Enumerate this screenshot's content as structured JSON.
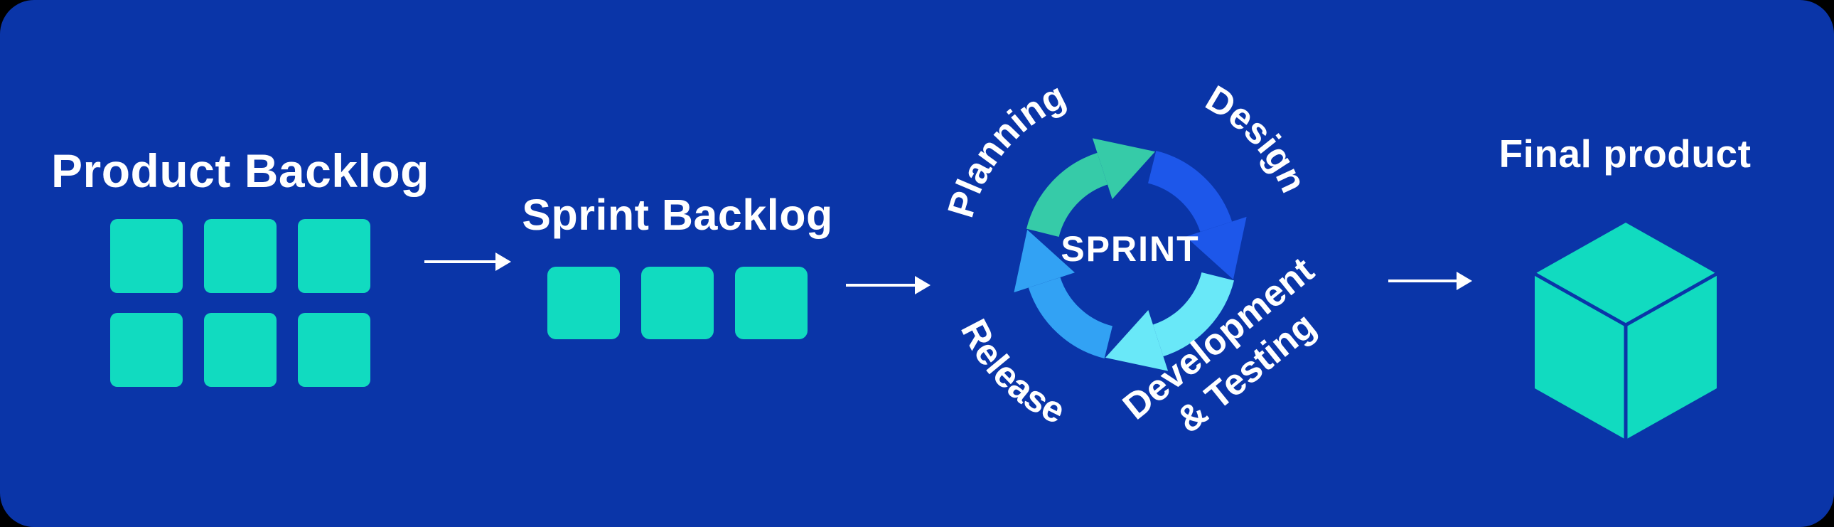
{
  "palette": {
    "background_outside": "#000000",
    "card_blue": "#0A35A8",
    "tile_teal": "#11DBC0",
    "arrow_white": "#FFFFFF",
    "text_white": "#FFFFFF",
    "cycle_planning": "#36CBA8",
    "cycle_design": "#1D57EA",
    "cycle_development": "#69E8F8",
    "cycle_release": "#32A2F4"
  },
  "product_backlog": {
    "label": "Product Backlog",
    "tile_count": 6,
    "tile_rows": 2,
    "tile_cols": 3
  },
  "sprint_backlog": {
    "label": "Sprint Backlog",
    "tile_count": 3
  },
  "sprint_cycle": {
    "center_label": "SPRINT",
    "phases": [
      {
        "label": "Planning",
        "color": "#36CBA8"
      },
      {
        "label": "Design",
        "color": "#1D57EA"
      },
      {
        "label": "Development",
        "label2": "& Testing",
        "color": "#69E8F8"
      },
      {
        "label": "Release",
        "color": "#32A2F4"
      }
    ]
  },
  "final_product": {
    "label": "Final product"
  },
  "connectors": {
    "count": 3,
    "description": "white right-pointing flow arrows"
  }
}
